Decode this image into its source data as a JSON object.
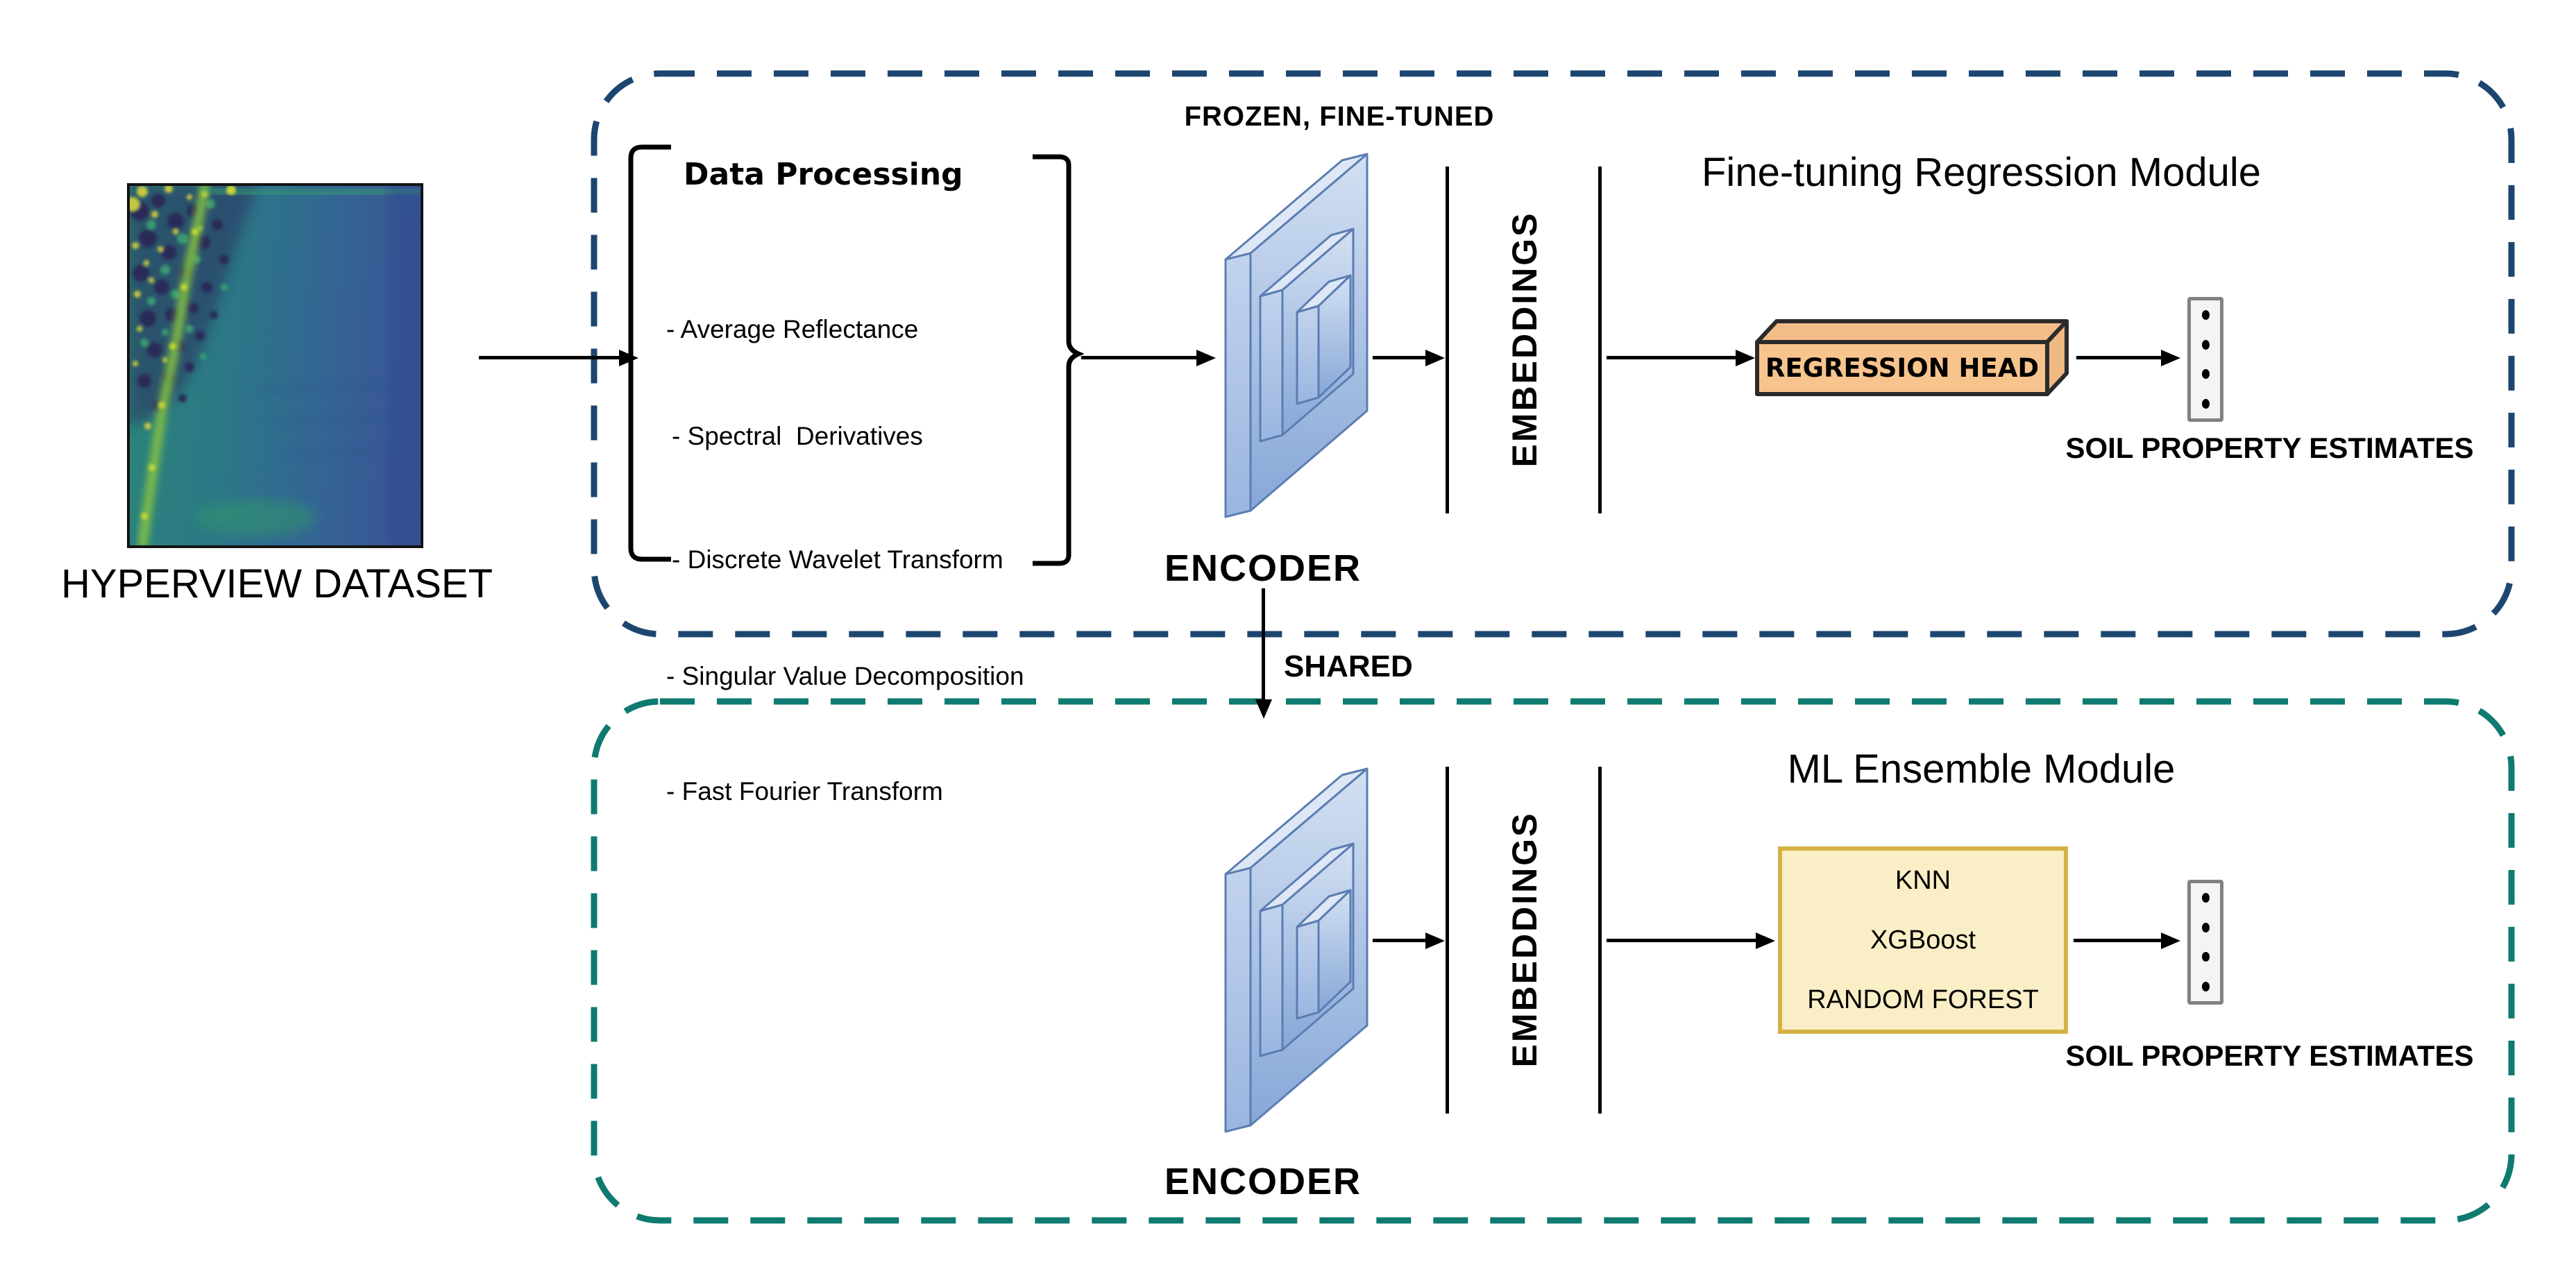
{
  "dataset": {
    "label": "HYPERVIEW DATASET"
  },
  "module1": {
    "title": "Fine-tuning Regression Module",
    "encoder_state": "FROZEN, FINE-TUNED",
    "data_processing": {
      "title": "Data Processing",
      "items": [
        "- Average Reflectance",
        "- Spectral  Derivatives",
        "- Discrete Wavelet Transform",
        "- Singular Value Decomposition",
        "- Fast Fourier Transform"
      ]
    },
    "encoder": "ENCODER",
    "embeddings": "EMBEDDINGS",
    "regression_head": "REGRESSION HEAD",
    "output": "SOIL PROPERTY ESTIMATES"
  },
  "shared": "SHARED",
  "module2": {
    "title": "ML Ensemble Module",
    "encoder": "ENCODER",
    "embeddings": "EMBEDDINGS",
    "models": [
      "KNN",
      "XGBoost",
      "RANDOM FOREST"
    ],
    "output": "SOIL PROPERTY ESTIMATES"
  },
  "colors": {
    "module1_border": "#1c4670",
    "module2_border": "#0e7a70",
    "encoder_stroke": "#5b7db1",
    "encoder_fill_light": "#d3e0f3",
    "encoder_fill_dark": "#87a7d7",
    "head_front": "#f8c48d",
    "head_top": "#f3bd89",
    "head_side": "#f0b883",
    "head_stroke": "#2b2b2b",
    "ensemble_box_fill": "#faeec6",
    "ensemble_box_border": "#d4b144",
    "output_box_border": "#828282",
    "output_box_fill": "#f4f4f4"
  }
}
